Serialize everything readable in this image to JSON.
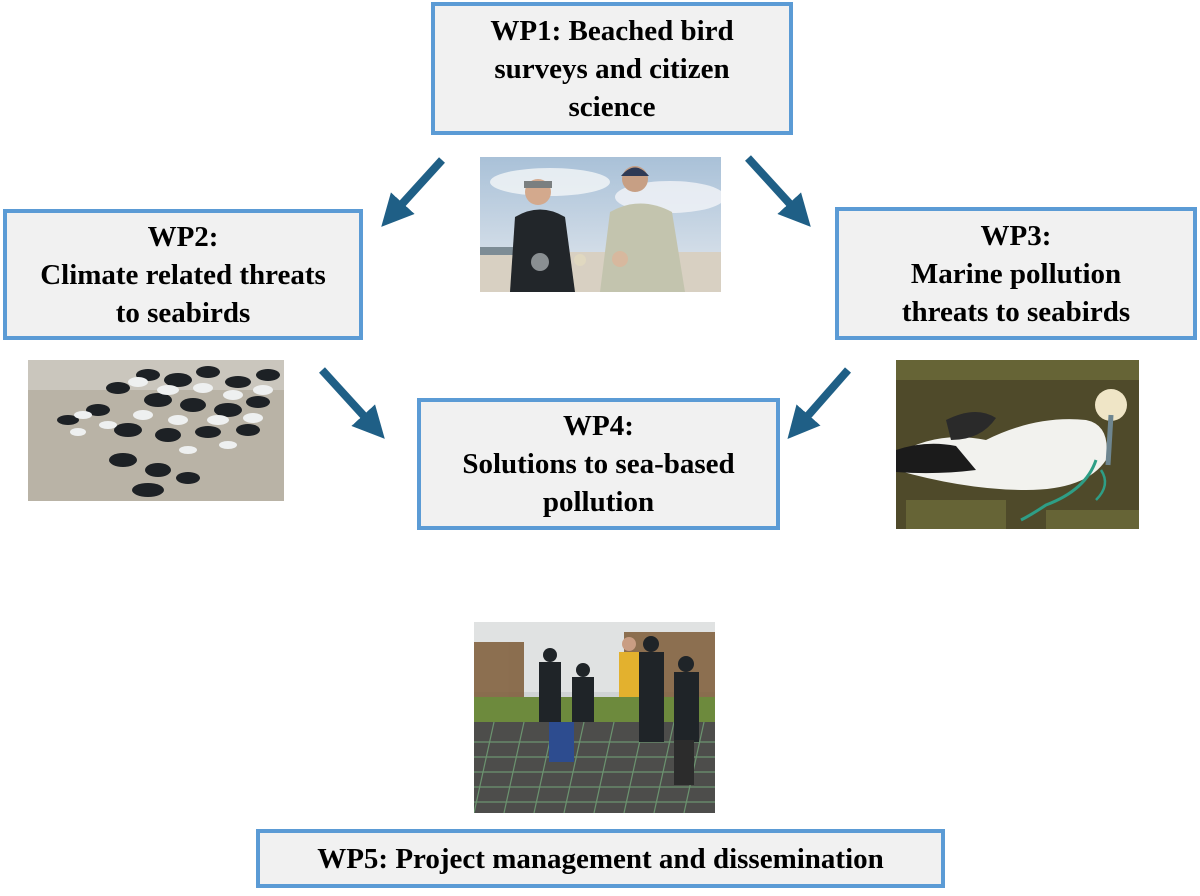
{
  "diagram": {
    "boxes": {
      "wp1": {
        "lines": [
          "WP1: Beached bird",
          "surveys and citizen",
          "science"
        ]
      },
      "wp2": {
        "lines": [
          "WP2:",
          "Climate related threats",
          "to seabirds"
        ]
      },
      "wp3": {
        "lines": [
          "WP3:",
          "Marine pollution",
          "threats to seabirds"
        ]
      },
      "wp4": {
        "lines": [
          "WP4:",
          "Solutions to sea-based",
          "pollution"
        ]
      },
      "wp5": {
        "lines": [
          "WP5: Project management and dissemination"
        ]
      }
    },
    "colors": {
      "box_border": "#5b9bd5",
      "box_fill": "#f1f1f1",
      "arrow": "#1f5f86"
    }
  }
}
